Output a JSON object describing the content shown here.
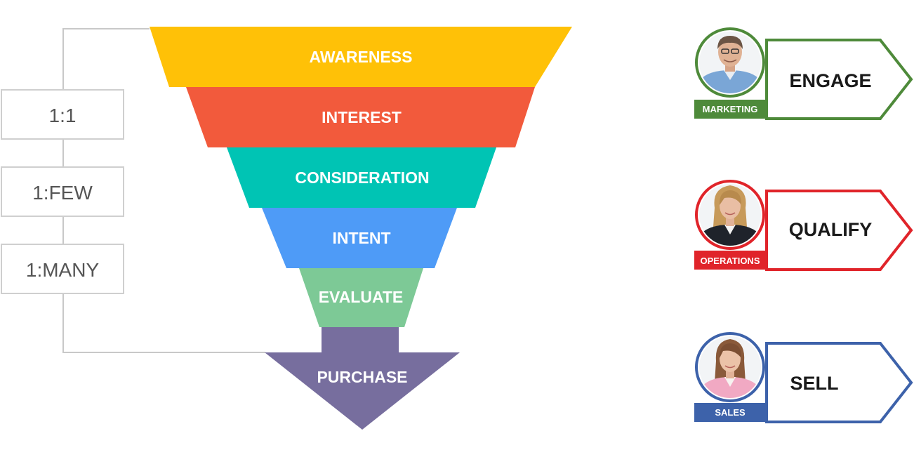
{
  "funnel": {
    "stages": [
      {
        "label": "AWARENESS",
        "color": "#FFC107"
      },
      {
        "label": "INTEREST",
        "color": "#F25A3C"
      },
      {
        "label": "CONSIDERATION",
        "color": "#00C4B4"
      },
      {
        "label": "INTENT",
        "color": "#4E9BF7"
      },
      {
        "label": "EVALUATE",
        "color": "#7DC996"
      },
      {
        "label": "PURCHASE",
        "color": "#776E9E"
      }
    ]
  },
  "ratios": [
    {
      "label": "1:1"
    },
    {
      "label": "1:FEW"
    },
    {
      "label": "1:MANY"
    }
  ],
  "roles": [
    {
      "team": "MARKETING",
      "action": "ENGAGE",
      "color": "#4E8A3A",
      "avatar": "man-avatar"
    },
    {
      "team": "OPERATIONS",
      "action": "QUALIFY",
      "color": "#E0242A",
      "avatar": "woman-avatar"
    },
    {
      "team": "SALES",
      "action": "SELL",
      "color": "#3D62AA",
      "avatar": "woman-avatar"
    }
  ]
}
